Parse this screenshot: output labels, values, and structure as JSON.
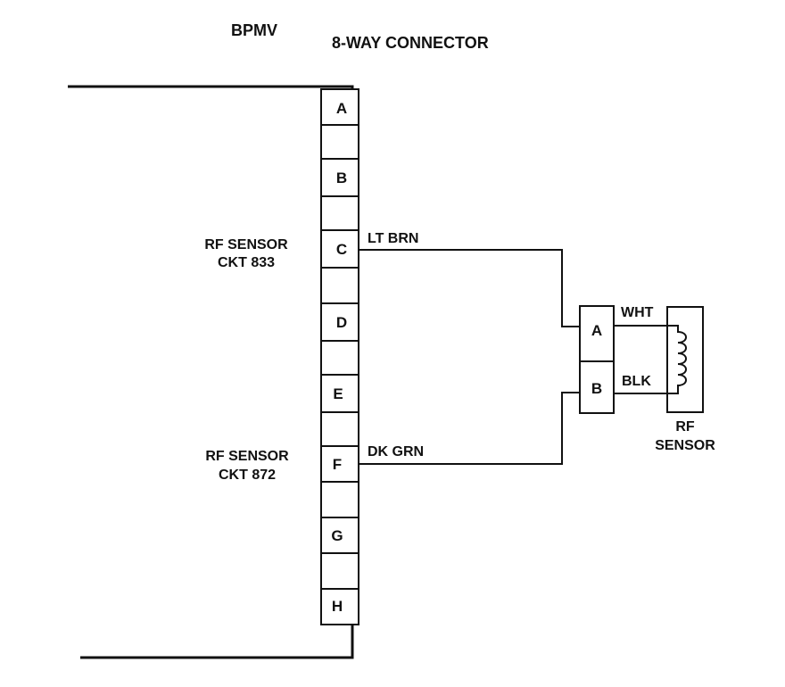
{
  "title_module": "BPMV",
  "title_connector": "8-WAY CONNECTOR",
  "connector_pins": [
    "A",
    "B",
    "C",
    "D",
    "E",
    "F",
    "G",
    "H"
  ],
  "circuit_833": {
    "line1": "RF SENSOR",
    "line2": "CKT 833",
    "wire_color": "LT BRN"
  },
  "circuit_872": {
    "line1": "RF SENSOR",
    "line2": "CKT 872",
    "wire_color": "DK GRN"
  },
  "sensor_connector_pins": [
    "A",
    "B"
  ],
  "sensor_wire_a": "WHT",
  "sensor_wire_b": "BLK",
  "sensor_label": {
    "line1": "RF",
    "line2": "SENSOR"
  }
}
